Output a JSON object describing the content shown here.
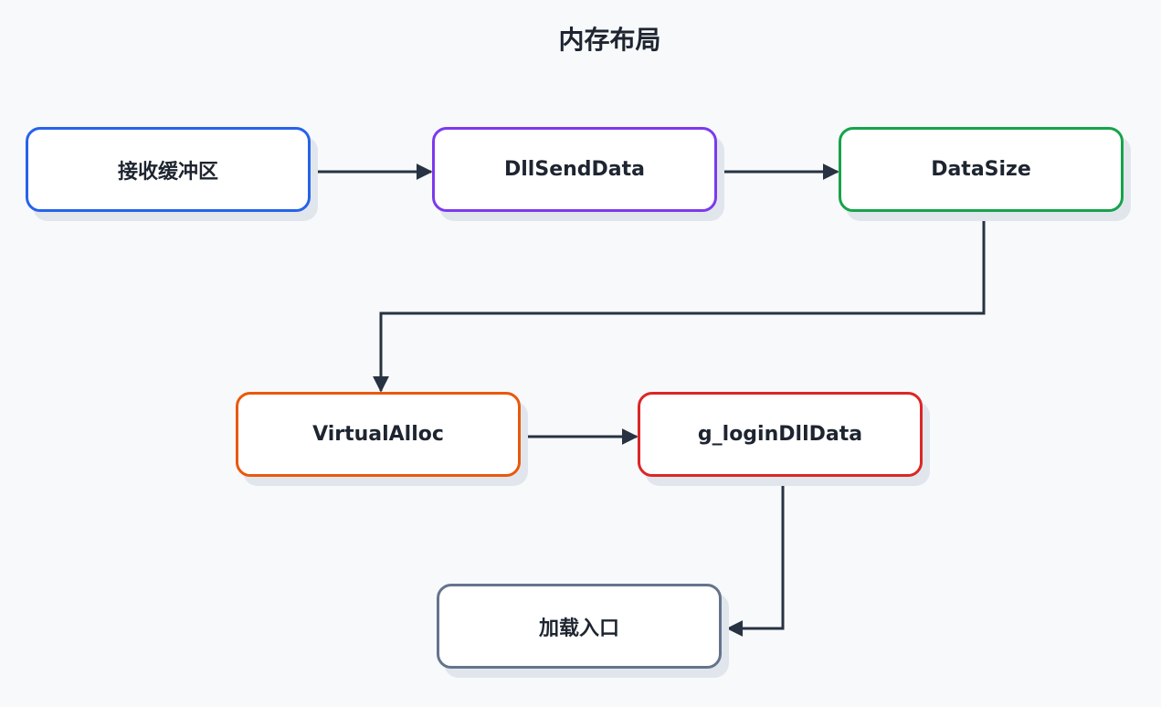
{
  "title": "内存布局",
  "nodes": [
    {
      "id": "recv",
      "label": "接收缓冲区",
      "color": "#2563eb"
    },
    {
      "id": "dllsend",
      "label": "DllSendData",
      "color": "#7c3aed"
    },
    {
      "id": "datasize",
      "label": "DataSize",
      "color": "#16a34a"
    },
    {
      "id": "virtualalloc",
      "label": "VirtualAlloc",
      "color": "#ea580c"
    },
    {
      "id": "glogin",
      "label": "g_loginDllData",
      "color": "#dc2626"
    },
    {
      "id": "entry",
      "label": "加载入口",
      "color": "#64748b"
    }
  ],
  "edges": [
    {
      "from": "接收缓冲区",
      "to": "DllSendData"
    },
    {
      "from": "DllSendData",
      "to": "DataSize"
    },
    {
      "from": "DataSize",
      "to": "VirtualAlloc"
    },
    {
      "from": "VirtualAlloc",
      "to": "g_loginDllData"
    },
    {
      "from": "g_loginDllData",
      "to": "加载入口"
    }
  ],
  "colors": {
    "edge": "#273242",
    "background": "#f7f9fb"
  }
}
